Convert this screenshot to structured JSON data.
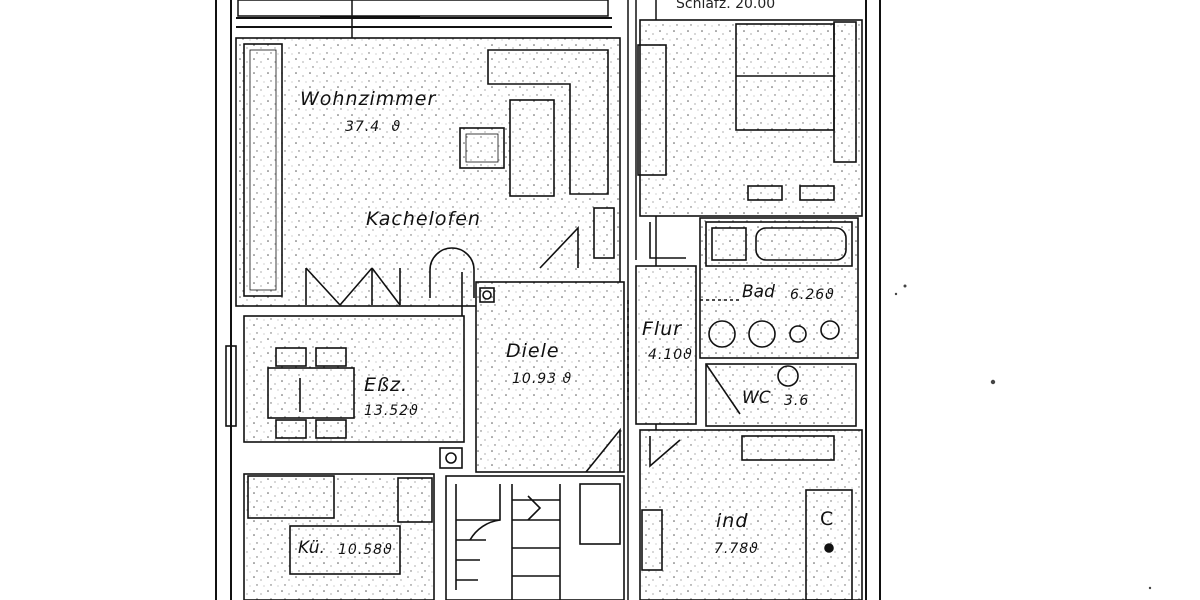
{
  "rooms": {
    "wohnzimmer": {
      "name": "Wohnzimmer",
      "area": "37.4   ϑ"
    },
    "kachelofen": {
      "name": "Kachelofen"
    },
    "diele": {
      "name": "Diele",
      "area": "10.93 ϑ"
    },
    "flur": {
      "name": "Flur",
      "area": "4.10ϑ"
    },
    "bad": {
      "name": "Bad",
      "area": "6.26ϑ"
    },
    "wc": {
      "name": "WC",
      "area": "3.6"
    },
    "essz": {
      "name": "Eßz.",
      "area": "13.52ϑ"
    },
    "kueche": {
      "name": "Kü.",
      "area": "10.58ϑ"
    },
    "kind": {
      "name": "ind",
      "area": "7.78ϑ"
    },
    "c": {
      "name": "C"
    }
  }
}
